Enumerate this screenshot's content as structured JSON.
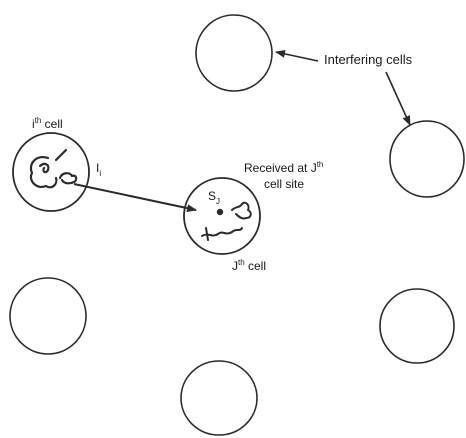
{
  "labels": {
    "interfering_cells": "Interfering cells",
    "i_cell": "i",
    "i_cell_sup": "th",
    "i_cell_suffix": " cell",
    "signal_i": "I",
    "signal_i_sub": "i",
    "received_line1_prefix": "Received at J",
    "received_line1_sup": "th",
    "received_line2": "cell site",
    "j_signal": "S",
    "j_signal_sub": "J",
    "j_cell": "J",
    "j_cell_sup": "th",
    "j_cell_suffix": " cell"
  },
  "colors": {
    "stroke": "#2b2b2b",
    "background": "#ffffff"
  },
  "icons": {
    "interferer_source": "wireless-source-icon",
    "receiver_source": "wireless-receiver-icon"
  }
}
